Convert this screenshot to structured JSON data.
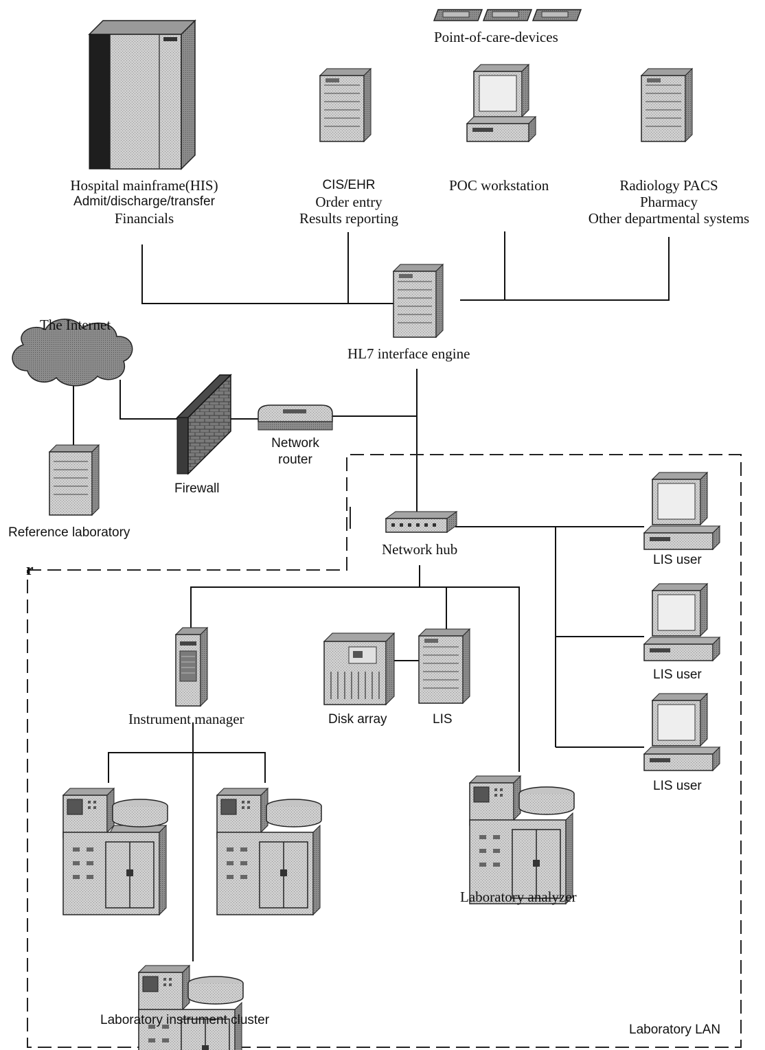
{
  "colors": {
    "line": "#111111",
    "device_fill": "#c9c9c9",
    "device_dark": "#8a8a8a",
    "device_light": "#e6e6e6",
    "cloud_fill": "#b8b8b8",
    "firewall_fill": "#6f6f6f",
    "screen_fill": "#f2f2f2"
  },
  "labels": {
    "poc_devices": "Point-of-care-devices",
    "his": [
      "Hospital mainframe(HIS)",
      "Admit/discharge/transfer",
      "Financials"
    ],
    "cis": [
      "CIS/EHR",
      "Order entry",
      "Results reporting"
    ],
    "poc_workstation": "POC workstation",
    "radiology": [
      "Radiology PACS",
      "Pharmacy",
      "Other departmental systems"
    ],
    "internet": "The Internet",
    "hl7": "HL7 interface engine",
    "router": [
      "Network",
      "router"
    ],
    "firewall": "Firewall",
    "reference_lab": "Reference laboratory",
    "hub": "Network hub",
    "corner_mark": "r",
    "lis_user_1": "LIS user",
    "lis_user_2": "LIS user",
    "lis_user_3": "LIS user",
    "instrument_manager": "Instrument manager",
    "disk_array": "Disk array",
    "lis": "LIS",
    "lab_analyzer": "Laboratory analyzer",
    "instrument_cluster": "Laboratory instrument cluster",
    "lab_lan": "Laboratory LAN"
  }
}
